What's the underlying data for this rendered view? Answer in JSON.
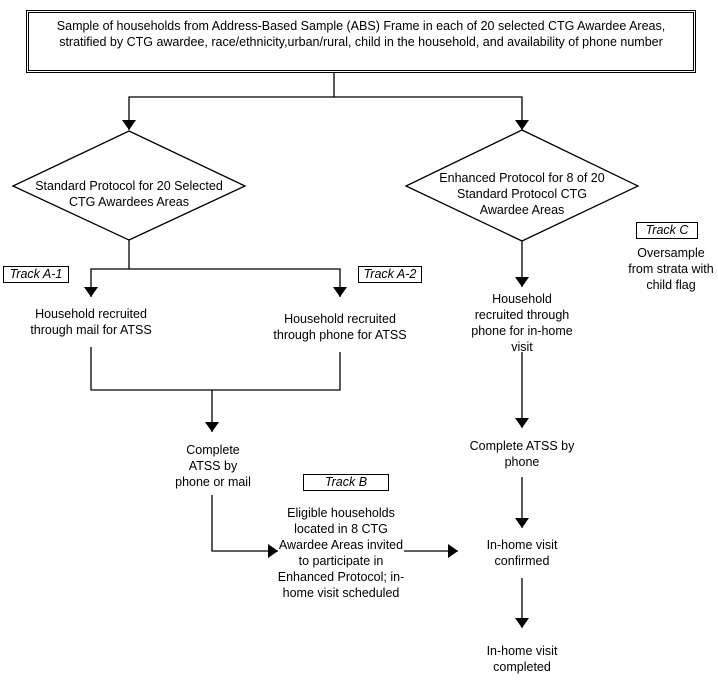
{
  "title_box": {
    "text": "Sample of households from Address-Based Sample (ABS) Frame in each of 20 selected CTG Awardee Areas, stratified by CTG awardee, race/ethnicity,urban/rural, child in the household, and availability of phone number"
  },
  "decisions": {
    "standard": "Standard Protocol for 20 Selected CTG Awardees Areas",
    "enhanced": "Enhanced Protocol for 8 of 20 Standard Protocol CTG Awardee Areas"
  },
  "tracks": {
    "a1": "Track A-1",
    "a2": "Track A-2",
    "b": "Track B",
    "c": "Track C"
  },
  "nodes": {
    "mail_recruit": "Household recruited through mail for ATSS",
    "phone_recruit": "Household recruited through phone for ATSS",
    "inhome_recruit": "Household recruited through phone for in-home visit",
    "oversample": "Oversample from strata with child flag",
    "complete_phone_mail": "Complete ATSS by phone or mail",
    "complete_phone": "Complete ATSS by phone",
    "eligible": "Eligible households located in 8 CTG Awardee Areas invited to participate in Enhanced Protocol; in-home visit scheduled",
    "visit_confirmed": "In-home visit confirmed",
    "visit_completed": "In-home visit completed"
  }
}
